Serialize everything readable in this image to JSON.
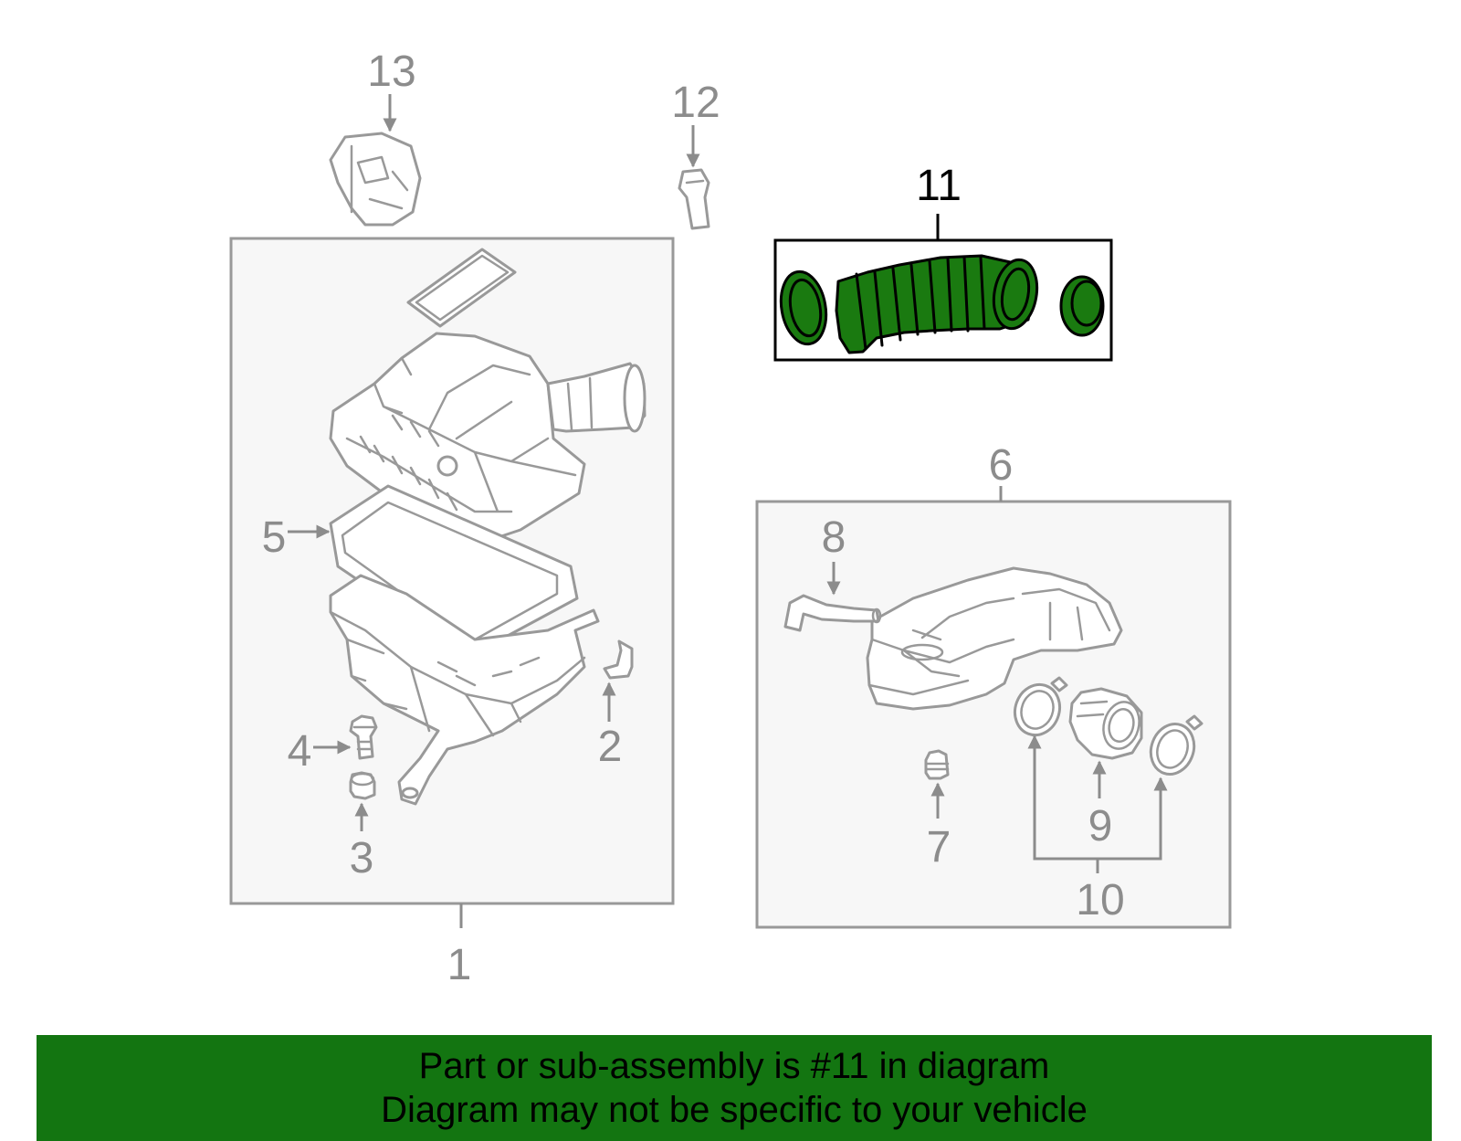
{
  "callouts": {
    "c1": "1",
    "c2": "2",
    "c3": "3",
    "c4": "4",
    "c5": "5",
    "c6": "6",
    "c7": "7",
    "c8": "8",
    "c9": "9",
    "c10": "10",
    "c11": "11",
    "c12": "12",
    "c13": "13"
  },
  "highlighted_part": "11",
  "colors": {
    "highlight_fill": "#1a7a10",
    "banner_background": "#137511",
    "callout_text": "#8c8c8c",
    "box_fill": "#f7f7f7",
    "box_stroke": "#999999"
  },
  "banner": {
    "line1": "Part or sub-assembly is #11 in diagram",
    "line2": "Diagram may not be specific to your vehicle"
  }
}
